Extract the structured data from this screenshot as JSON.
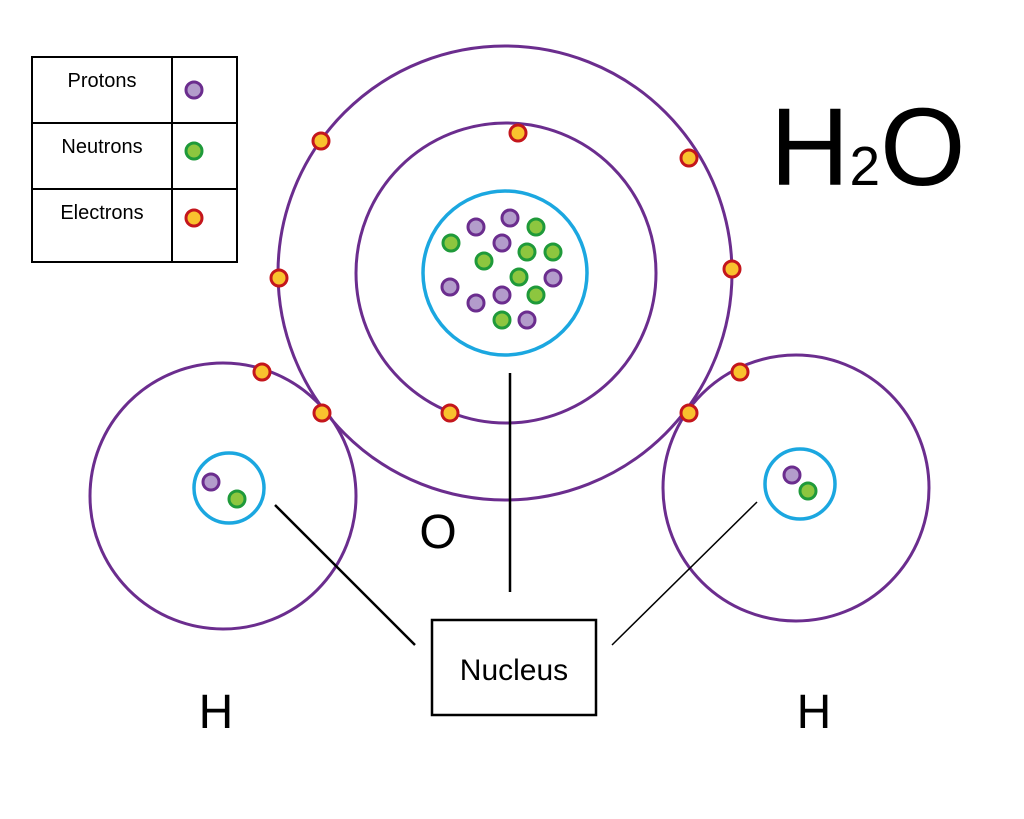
{
  "title": {
    "main": "H",
    "sub": "2",
    "end": "O"
  },
  "legend": [
    {
      "label": "Protons",
      "color": "#b39ccb",
      "stroke": "#6b2d8e"
    },
    {
      "label": "Neutrons",
      "color": "#8dc63f",
      "stroke": "#1f9a3a"
    },
    {
      "label": "Electrons",
      "color": "#f9c22e",
      "stroke": "#c4161c"
    }
  ],
  "labels": {
    "oxygen": "O",
    "hydrogen_left": "H",
    "hydrogen_right": "H",
    "nucleus": "Nucleus"
  },
  "colors": {
    "orbit": "#6b2d8e",
    "nucleus": "#1ba7e0"
  }
}
